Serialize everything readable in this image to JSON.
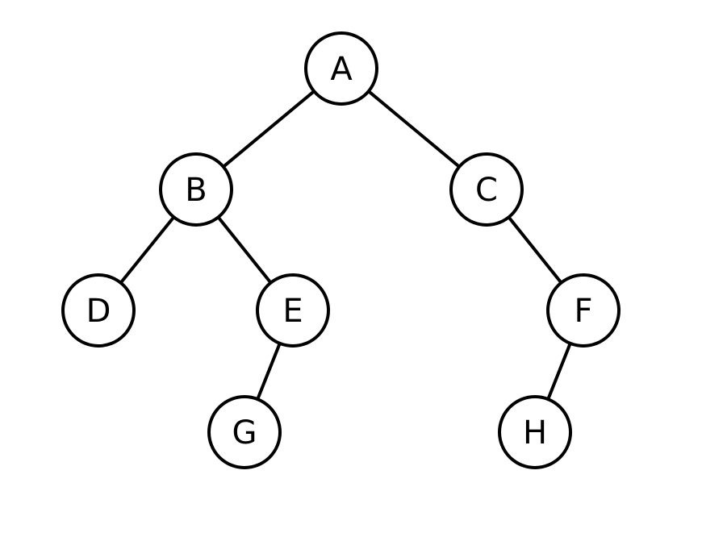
{
  "tree": {
    "nodes": [
      {
        "id": "A",
        "label": "A"
      },
      {
        "id": "B",
        "label": "B"
      },
      {
        "id": "C",
        "label": "C"
      },
      {
        "id": "D",
        "label": "D"
      },
      {
        "id": "E",
        "label": "E"
      },
      {
        "id": "F",
        "label": "F"
      },
      {
        "id": "G",
        "label": "G"
      },
      {
        "id": "H",
        "label": "H"
      }
    ],
    "edges": [
      {
        "from": "A",
        "to": "B"
      },
      {
        "from": "A",
        "to": "C"
      },
      {
        "from": "B",
        "to": "D"
      },
      {
        "from": "B",
        "to": "E"
      },
      {
        "from": "C",
        "to": "F"
      },
      {
        "from": "E",
        "to": "G"
      },
      {
        "from": "F",
        "to": "H"
      }
    ]
  }
}
